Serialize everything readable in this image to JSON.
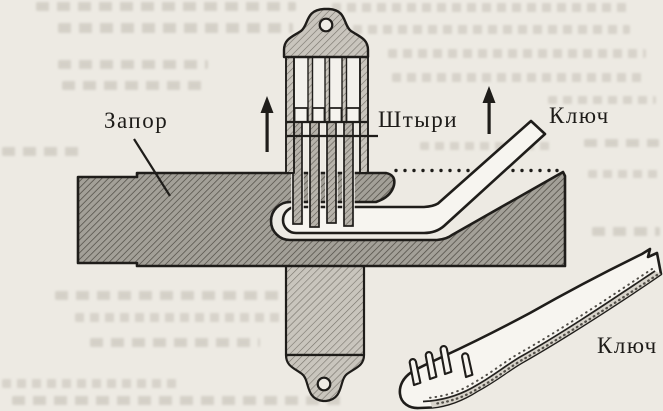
{
  "page": {
    "background_color": "#edeae3",
    "ink_color": "#1f1d1a"
  },
  "figure": {
    "kind": "book-illustration",
    "subject": "Cross-section of an ancient pin lock: hatched bolt passing through a pin housing, angled key inserted into the keyway, and a separate pegged key shown below",
    "labels": {
      "bolt": "Запор",
      "pins": "Штыри",
      "key_top": "Ключ",
      "key_bottom": "Ключ"
    },
    "counts": {
      "pins": 4,
      "pin_heads": 4,
      "key_pegs": 4,
      "up_arrows": 2
    },
    "colors": {
      "bolt_hatch": "#a3a098",
      "housing_hatch": "#c9c5bd",
      "pin_hatch": "#b7b3ab",
      "key_fill": "#f7f5f0",
      "key_side_shade": "#d8d4cb"
    }
  }
}
